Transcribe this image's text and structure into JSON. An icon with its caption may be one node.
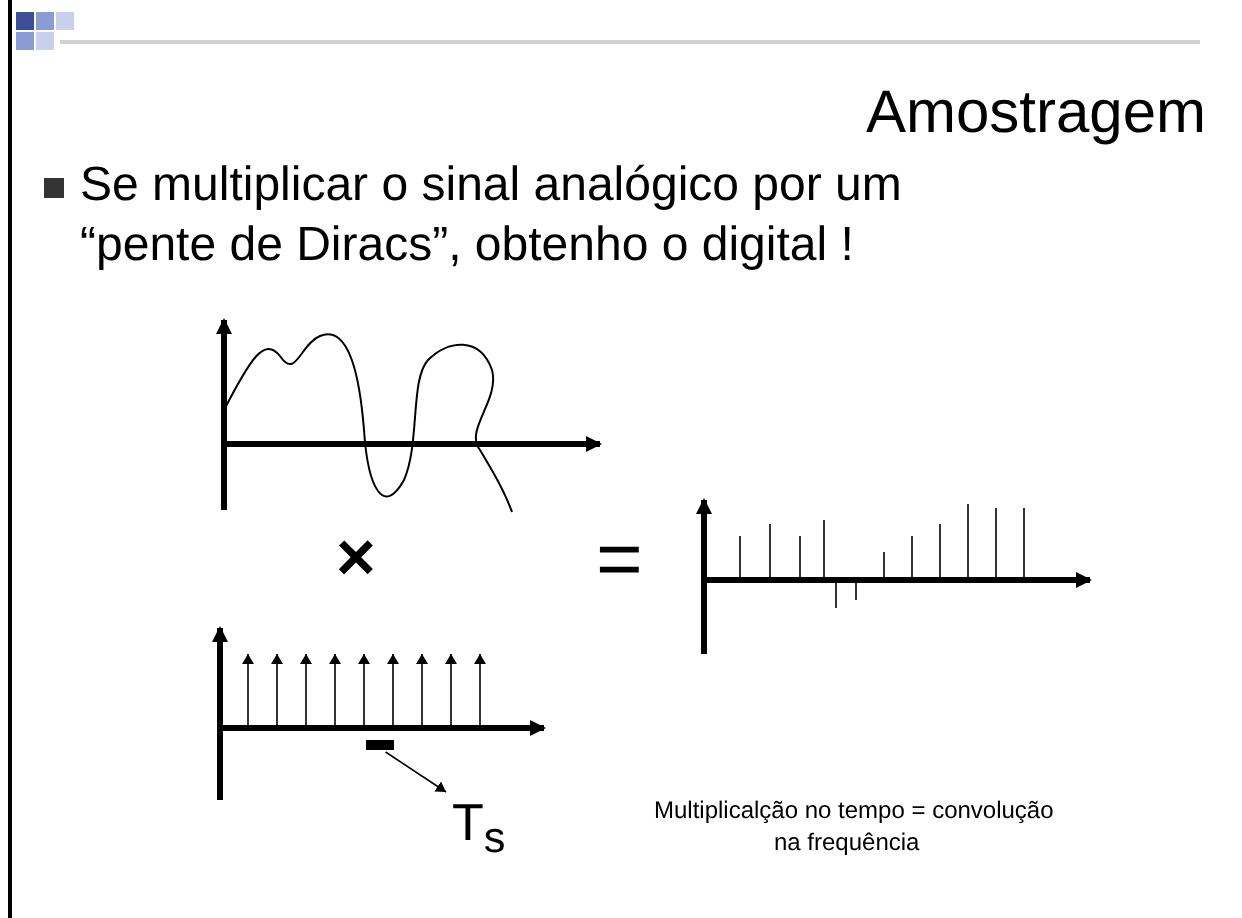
{
  "diagram": {
    "title": "Amostragem",
    "nodes": [
      {
        "text": [],
        "shape": "bar"
      },
      {
        "text": [
          "T$_{s}$"
        ]
      }
    ],
    "edges": [
      {
        "from": 0,
        "to": 1,
        "arrow": "to"
      }
    ],
    "labels": [
      "Se multiplicar o sinal analógico por um “pente de Diracs”, obtenho o digital !",
      "×",
      "=",
      "Multiplicalção no tempo = convolução na frequência"
    ]
  }
}
